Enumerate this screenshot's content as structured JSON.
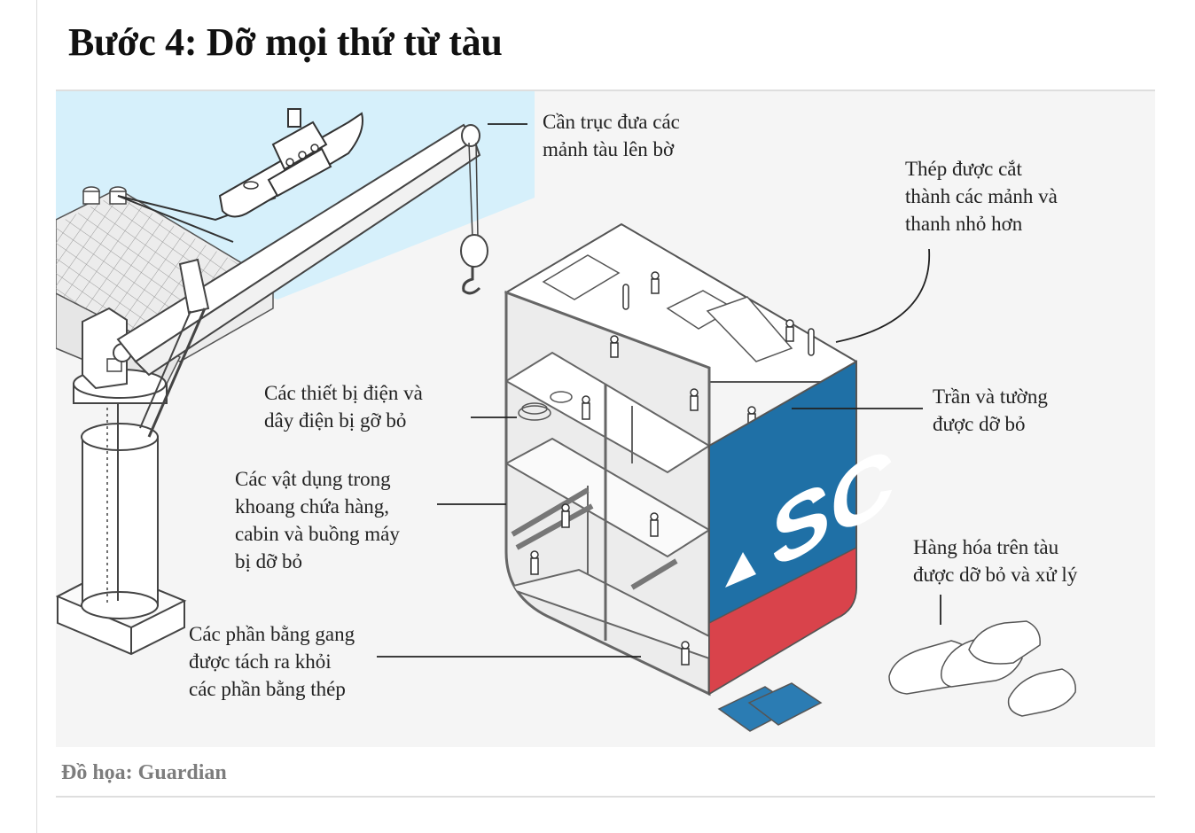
{
  "title": "Bước 4: Dỡ mọi thứ từ tàu",
  "labels": {
    "crane": [
      "Cần trục đưa các",
      "mảnh tàu lên bờ"
    ],
    "steel_cut": [
      "Thép được cắt",
      "thành các mảnh và",
      "thanh nhỏ hơn"
    ],
    "electrical": [
      "Các thiết bị điện và",
      "dây điện bị gỡ bỏ"
    ],
    "ceilings_walls": [
      "Trần và tường",
      "được dỡ bỏ"
    ],
    "cargo_items": [
      "Các vật dụng trong",
      "khoang chứa hàng,",
      "cabin và buồng máy",
      "bị dỡ bỏ"
    ],
    "onboard_goods": [
      "Hàng hóa trên tàu",
      "được dỡ bỏ và xử lý"
    ],
    "cast_iron": [
      "Các phần bằng gang",
      "được tách ra khỏi",
      "các phần bằng thép"
    ]
  },
  "hull_logo": "SC",
  "credit": "Đồ họa: Guardian",
  "colors": {
    "water": "#d6f0fb",
    "background": "#f5f5f5",
    "hull_blue": "#1f70a6",
    "hull_red": "#d9434b",
    "plate_blue": "#2b7cb3"
  }
}
